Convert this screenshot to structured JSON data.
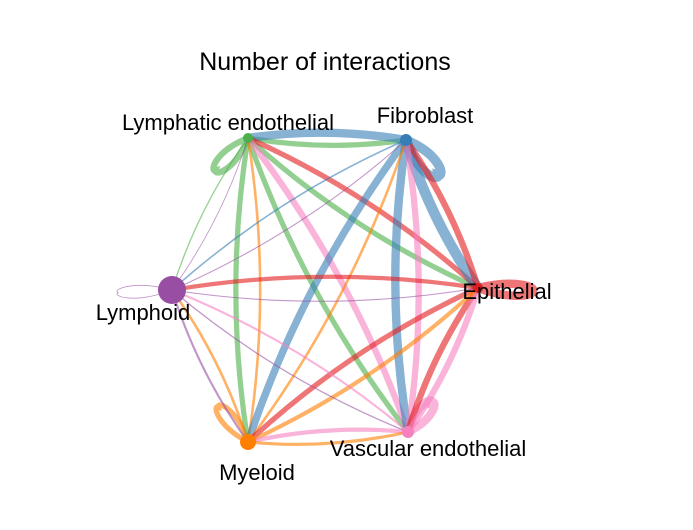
{
  "title": "Number of interactions",
  "nodes": [
    {
      "id": "lymphatic",
      "label": "Lymphatic endothelial",
      "color": "#4DAF4A"
    },
    {
      "id": "fibroblast",
      "label": "Fibroblast",
      "color": "#377EB8"
    },
    {
      "id": "epithelial",
      "label": "Epithelial",
      "color": "#E41A1C"
    },
    {
      "id": "lymphoid",
      "label": "Lymphoid",
      "color": "#984EA3"
    },
    {
      "id": "myeloid",
      "label": "Myeloid",
      "color": "#FF7F00"
    },
    {
      "id": "vascular",
      "label": "Vascular endothelial",
      "color": "#F781BF"
    }
  ],
  "edges": [
    {
      "from": "lymphatic",
      "to": "lymphatic",
      "weight": 6
    },
    {
      "from": "fibroblast",
      "to": "fibroblast",
      "weight": 9
    },
    {
      "from": "epithelial",
      "to": "epithelial",
      "weight": 8
    },
    {
      "from": "lymphoid",
      "to": "lymphoid",
      "weight": 0.8
    },
    {
      "from": "myeloid",
      "to": "myeloid",
      "weight": 5
    },
    {
      "from": "vascular",
      "to": "vascular",
      "weight": 8
    },
    {
      "from": "lymphatic",
      "to": "fibroblast",
      "weight": 5
    },
    {
      "from": "fibroblast",
      "to": "lymphatic",
      "weight": 8
    },
    {
      "from": "lymphatic",
      "to": "epithelial",
      "weight": 5
    },
    {
      "from": "epithelial",
      "to": "lymphatic",
      "weight": 5
    },
    {
      "from": "lymphatic",
      "to": "vascular",
      "weight": 5
    },
    {
      "from": "vascular",
      "to": "lymphatic",
      "weight": 6
    },
    {
      "from": "lymphatic",
      "to": "myeloid",
      "weight": 5
    },
    {
      "from": "myeloid",
      "to": "lymphatic",
      "weight": 2.5
    },
    {
      "from": "lymphatic",
      "to": "lymphoid",
      "weight": 1.2
    },
    {
      "from": "lymphoid",
      "to": "lymphatic",
      "weight": 0.8
    },
    {
      "from": "fibroblast",
      "to": "epithelial",
      "weight": 10
    },
    {
      "from": "epithelial",
      "to": "fibroblast",
      "weight": 6
    },
    {
      "from": "fibroblast",
      "to": "vascular",
      "weight": 8
    },
    {
      "from": "vascular",
      "to": "fibroblast",
      "weight": 6
    },
    {
      "from": "fibroblast",
      "to": "myeloid",
      "weight": 7
    },
    {
      "from": "myeloid",
      "to": "fibroblast",
      "weight": 2.5
    },
    {
      "from": "fibroblast",
      "to": "lymphoid",
      "weight": 1.5
    },
    {
      "from": "lymphoid",
      "to": "fibroblast",
      "weight": 1
    },
    {
      "from": "epithelial",
      "to": "vascular",
      "weight": 6
    },
    {
      "from": "vascular",
      "to": "epithelial",
      "weight": 6
    },
    {
      "from": "epithelial",
      "to": "myeloid",
      "weight": 5
    },
    {
      "from": "myeloid",
      "to": "epithelial",
      "weight": 4
    },
    {
      "from": "epithelial",
      "to": "lymphoid",
      "weight": 4
    },
    {
      "from": "lymphoid",
      "to": "epithelial",
      "weight": 1
    },
    {
      "from": "vascular",
      "to": "myeloid",
      "weight": 4
    },
    {
      "from": "myeloid",
      "to": "vascular",
      "weight": 3
    },
    {
      "from": "vascular",
      "to": "lymphoid",
      "weight": 2
    },
    {
      "from": "lymphoid",
      "to": "vascular",
      "weight": 1.2
    },
    {
      "from": "myeloid",
      "to": "lymphoid",
      "weight": 2.5
    },
    {
      "from": "lymphoid",
      "to": "myeloid",
      "weight": 2
    }
  ]
}
